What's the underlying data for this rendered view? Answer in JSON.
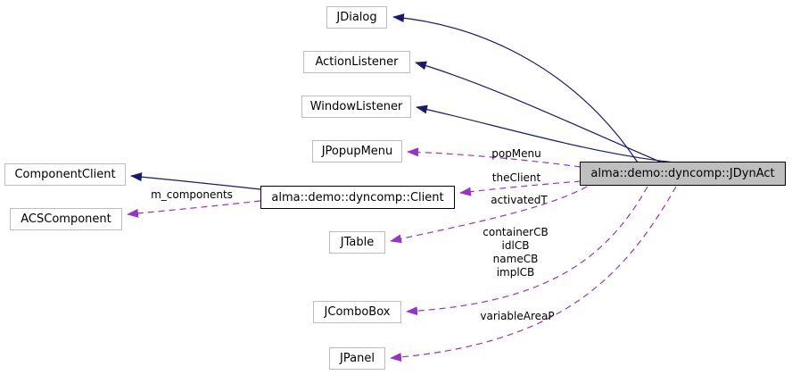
{
  "diagram": {
    "nodes": {
      "jdialog": {
        "label": "JDialog"
      },
      "actionlistener": {
        "label": "ActionListener"
      },
      "windowlistener": {
        "label": "WindowListener"
      },
      "jpopupmenu": {
        "label": "JPopupMenu"
      },
      "componentclient": {
        "label": "ComponentClient"
      },
      "acscomponent": {
        "label": "ACSComponent"
      },
      "client": {
        "label": "alma::demo::dyncomp::Client"
      },
      "jtable": {
        "label": "JTable"
      },
      "jcombobox": {
        "label": "JComboBox"
      },
      "jpanel": {
        "label": "JPanel"
      },
      "jdynact": {
        "label": "alma::demo::dyncomp::JDynAct"
      }
    },
    "edges": [
      {
        "from": "alma::demo::dyncomp::JDynAct",
        "to": "JDialog",
        "type": "inheritance",
        "label": ""
      },
      {
        "from": "alma::demo::dyncomp::JDynAct",
        "to": "ActionListener",
        "type": "inheritance",
        "label": ""
      },
      {
        "from": "alma::demo::dyncomp::JDynAct",
        "to": "WindowListener",
        "type": "inheritance",
        "label": ""
      },
      {
        "from": "alma::demo::dyncomp::JDynAct",
        "to": "JPopupMenu",
        "type": "usage",
        "label": "popMenu"
      },
      {
        "from": "alma::demo::dyncomp::JDynAct",
        "to": "alma::demo::dyncomp::Client",
        "type": "usage",
        "label": "theClient"
      },
      {
        "from": "alma::demo::dyncomp::JDynAct",
        "to": "JTable",
        "type": "usage",
        "label": "activatedT"
      },
      {
        "from": "alma::demo::dyncomp::JDynAct",
        "to": "JComboBox",
        "type": "usage",
        "label": "containerCB idlCB nameCB implCB",
        "label_lines": [
          "containerCB",
          "idlCB",
          "nameCB",
          "implCB"
        ]
      },
      {
        "from": "alma::demo::dyncomp::JDynAct",
        "to": "JPanel",
        "type": "usage",
        "label": "variableAreaP"
      },
      {
        "from": "alma::demo::dyncomp::Client",
        "to": "ComponentClient",
        "type": "inheritance",
        "label": ""
      },
      {
        "from": "alma::demo::dyncomp::Client",
        "to": "ACSComponent",
        "type": "usage",
        "label": "m_components"
      }
    ],
    "colors": {
      "inheritance": "#191970",
      "usage": "#9932cc",
      "node_fill": "#ffffff",
      "highlight_fill": "#bfbfbf",
      "node_border": "#bdbdbd",
      "emphasis_border": "#000000",
      "text": "#000000"
    }
  }
}
